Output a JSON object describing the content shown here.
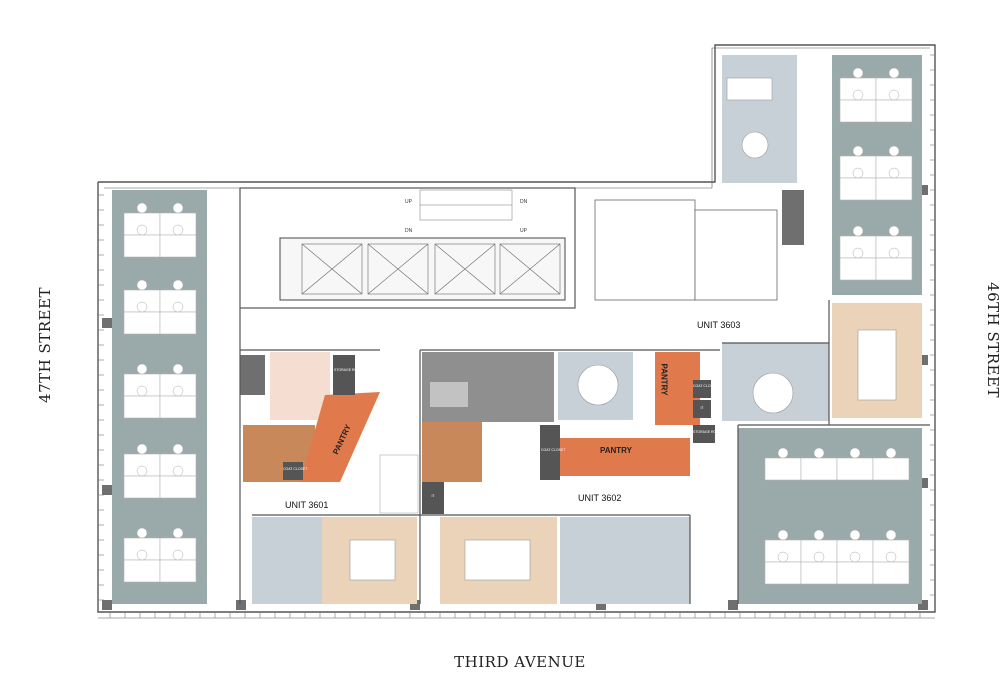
{
  "streets": {
    "left": "47TH STREET",
    "right": "46TH STREET",
    "bottom": "THIRD AVENUE"
  },
  "units": {
    "unit_3601": "UNIT 3601",
    "unit_3602": "UNIT 3602",
    "unit_3603": "UNIT 3603"
  },
  "rooms": {
    "pantry": "PANTRY",
    "storage_room": "STORAGE ROOM",
    "coat_closet": "COAT CLOSET",
    "it": "IT"
  },
  "core_labels": {
    "up": "UP",
    "dn": "DN"
  },
  "colors": {
    "open_office": "#9aa9a9",
    "conference": "#ead3b9",
    "pantry": "#e07a4c",
    "lounge": "#c9885a",
    "reception": "#8f8f8f",
    "glass_office": "#c7d0d7",
    "wall": "#555555"
  }
}
